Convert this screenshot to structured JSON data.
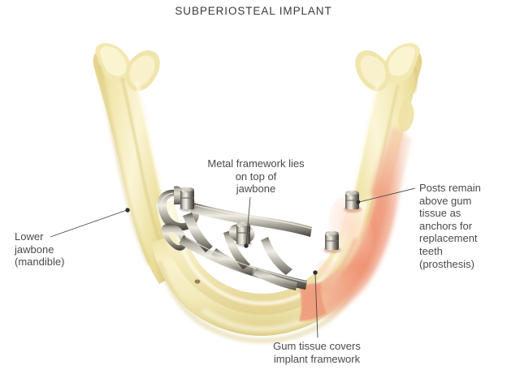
{
  "figure": {
    "title": "SUBPERIOSTEAL IMPLANT",
    "subject": "lower jawbone with subperiosteal dental implant",
    "background_color": "#ffffff"
  },
  "colors": {
    "bone_light": "#f6eeb8",
    "bone_mid": "#ece0a0",
    "bone_shadow": "#d9c97f",
    "bone_highlight": "#fdf8dc",
    "gum_light": "#f6b49a",
    "gum_mid": "#ef9878",
    "gum_deep": "#e8825f",
    "metal_light": "#e8e6dd",
    "metal_mid": "#a8a49a",
    "metal_dark": "#6d6a62",
    "leader_line": "#4a4a4a",
    "text": "#4a4a4a",
    "title_text": "#3a3a3a"
  },
  "labels": {
    "lower_jawbone": {
      "text": "Lower\njawbone\n(mandible)",
      "lines": [
        "Lower",
        "jawbone",
        "(mandible)"
      ],
      "anchor_dot": "bone surface, left body of mandible"
    },
    "metal_framework": {
      "text": "Metal framework lies\non top of\njawbone",
      "lines": [
        "Metal framework lies",
        "on top of",
        "jawbone"
      ],
      "anchor_dot": "metal framework strut near central post"
    },
    "posts": {
      "text": "Posts remain\nabove gum\ntissue as\nanchors for\nreplacement\nteeth\n(prosthesis)",
      "lines": [
        "Posts remain",
        "above gum",
        "tissue as",
        "anchors for",
        "replacement",
        "teeth",
        "(prosthesis)"
      ],
      "anchor_dot": "upper implant post on right alveolar ridge"
    },
    "gum_tissue": {
      "text": "Gum tissue covers\nimplant framework",
      "lines": [
        "Gum tissue covers",
        "implant framework"
      ],
      "anchor_dot": "pink gum tissue on right body of mandible"
    }
  },
  "anatomy": {
    "parts": [
      {
        "name": "left-ramus",
        "description": "ascending ramus with condyle and coronoid process, pale yellow bone"
      },
      {
        "name": "right-ramus",
        "description": "ascending ramus with condyle and coronoid process, pale yellow bone"
      },
      {
        "name": "mandible-body",
        "description": "horseshoe-shaped body of the lower jaw"
      },
      {
        "name": "alveolar-ridge",
        "description": "upper bearing surface of the mandible body"
      },
      {
        "name": "gum-tissue",
        "description": "salmon pink soft tissue covering the right posterior ridge"
      },
      {
        "name": "mental-foramen",
        "description": "small dark opening on the left outer body surface"
      }
    ]
  },
  "implant": {
    "framework": {
      "name": "metal-framework",
      "description": "cast metal lattice resting on top of the jawbone ridge with open strut windows",
      "strut_windows": 5
    },
    "posts": [
      {
        "id": 1,
        "name": "implant-post-anterior-left",
        "location": "left anterior ridge, exposed over bone"
      },
      {
        "id": 2,
        "name": "implant-post-central",
        "location": "mid ridge near chin, exposed over bone"
      },
      {
        "id": 3,
        "name": "implant-post-lower-right",
        "location": "right ridge, emerging through gum tissue"
      },
      {
        "id": 4,
        "name": "implant-post-upper-right",
        "location": "right posterior ridge, emerging through gum tissue"
      }
    ],
    "post_count": 4
  }
}
